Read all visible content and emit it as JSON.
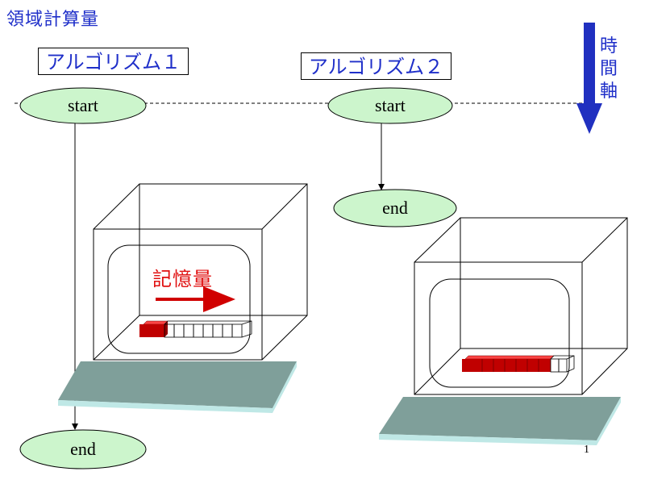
{
  "title": "領域計算量",
  "algorithms": [
    {
      "label": "アルゴリズム１",
      "start": "start",
      "end": "end"
    },
    {
      "label": "アルゴリズム２",
      "start": "start",
      "end": "end"
    }
  ],
  "time_axis": {
    "chars": [
      "時",
      "間",
      "軸"
    ]
  },
  "memory_label": "記憶量",
  "page_number": "1",
  "colors": {
    "node_fill": "#ccf5cc",
    "title_blue": "#1f2fc9",
    "memory_red": "#d00000",
    "base_gray": "#7f9f9a",
    "base_edge": "#bfe8e6",
    "arrow_blue": "#2030c0"
  }
}
